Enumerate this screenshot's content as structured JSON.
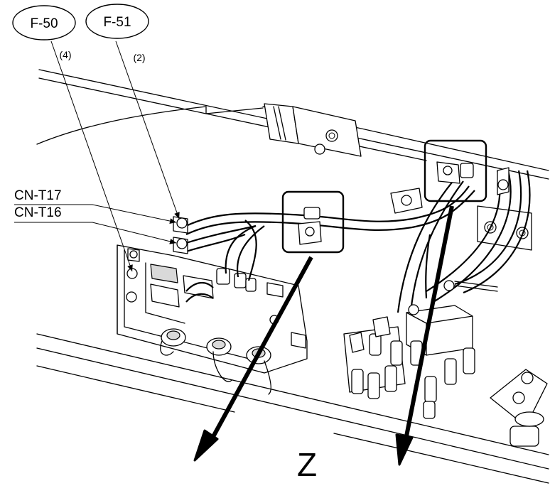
{
  "callouts": [
    {
      "id": "F-50",
      "qty": "(4)"
    },
    {
      "id": "F-51",
      "qty": "(2)"
    }
  ],
  "connectors": [
    "CN-T17",
    "CN-T16"
  ],
  "view_label": "Z"
}
